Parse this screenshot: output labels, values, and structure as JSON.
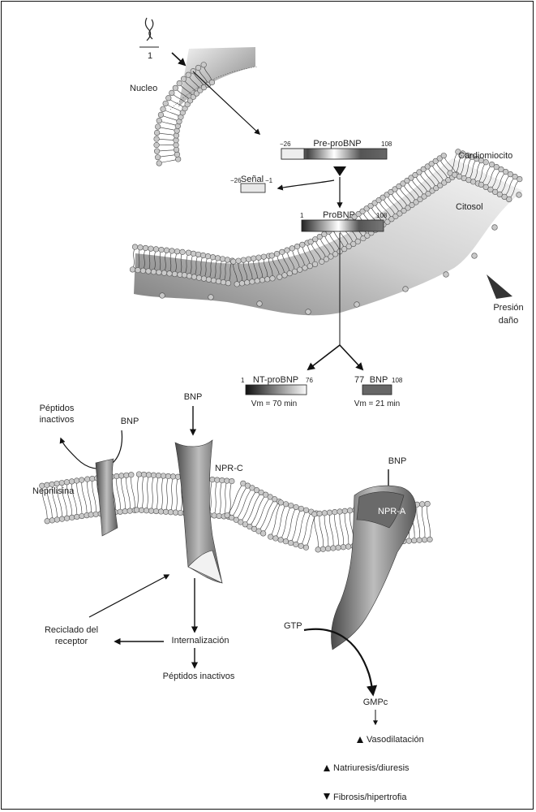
{
  "labels": {
    "gene_fraction": "1",
    "nucleus": "Nucleo",
    "prepro": "Pre-proBNP",
    "prepro_start": "−26",
    "prepro_end": "108",
    "signal": "Señal",
    "signal_start": "−26",
    "signal_end": "−1",
    "probnp": "ProBNP",
    "probnp_start": "1",
    "probnp_end": "108",
    "cardiomyocyte": "Cardiomiocito",
    "cytosol": "Citosol",
    "pressure_1": "Presión",
    "pressure_2": "daño",
    "ntprobnp": "NT-proBNP",
    "ntprobnp_start": "1",
    "ntprobnp_end": "76",
    "ntprobnp_half": "Vm = 70 min",
    "bnp_frag": "BNP",
    "bnp_start": "77",
    "bnp_end": "108",
    "bnp_half": "Vm = 21 min",
    "inactive_1a": "Péptidos",
    "inactive_1b": "inactivos",
    "bnp_neprilysin": "BNP",
    "neprilysin": "Neprilisina",
    "bnp_nprc": "BNP",
    "nprc": "NPR-C",
    "bnp_npra": "BNP",
    "npra": "NPR-A",
    "recycling_1": "Reciclado del",
    "recycling_2": "receptor",
    "internalization": "Internalización",
    "inactive_2": "Péptidos inactivos",
    "gtp": "GTP",
    "gmpc": "GMPc",
    "effect_1": "Vasodilatación",
    "effect_2": "Natriuresis/diuresis",
    "effect_3": "Fibrosis/hipertrofia"
  }
}
